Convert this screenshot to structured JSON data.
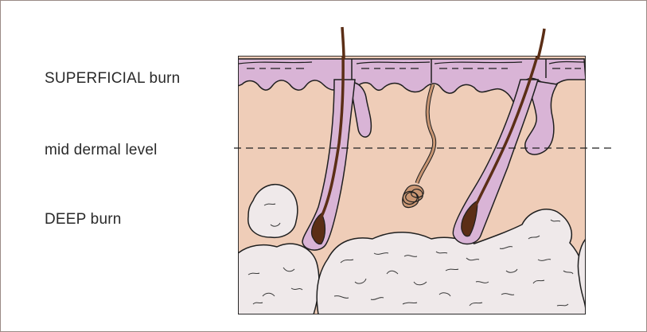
{
  "labels": {
    "superficial": "SUPERFICIAL burn",
    "mid_dermal": "mid dermal level",
    "deep": "DEEP burn"
  },
  "colors": {
    "epidermis": "#d9b4d6",
    "dermis": "#efcdb8",
    "fat": "#efe9ea",
    "hair": "#5b2e16",
    "gland_duct": "#c99673",
    "outline": "#1f1f1f",
    "frame": "#9a8a86"
  }
}
